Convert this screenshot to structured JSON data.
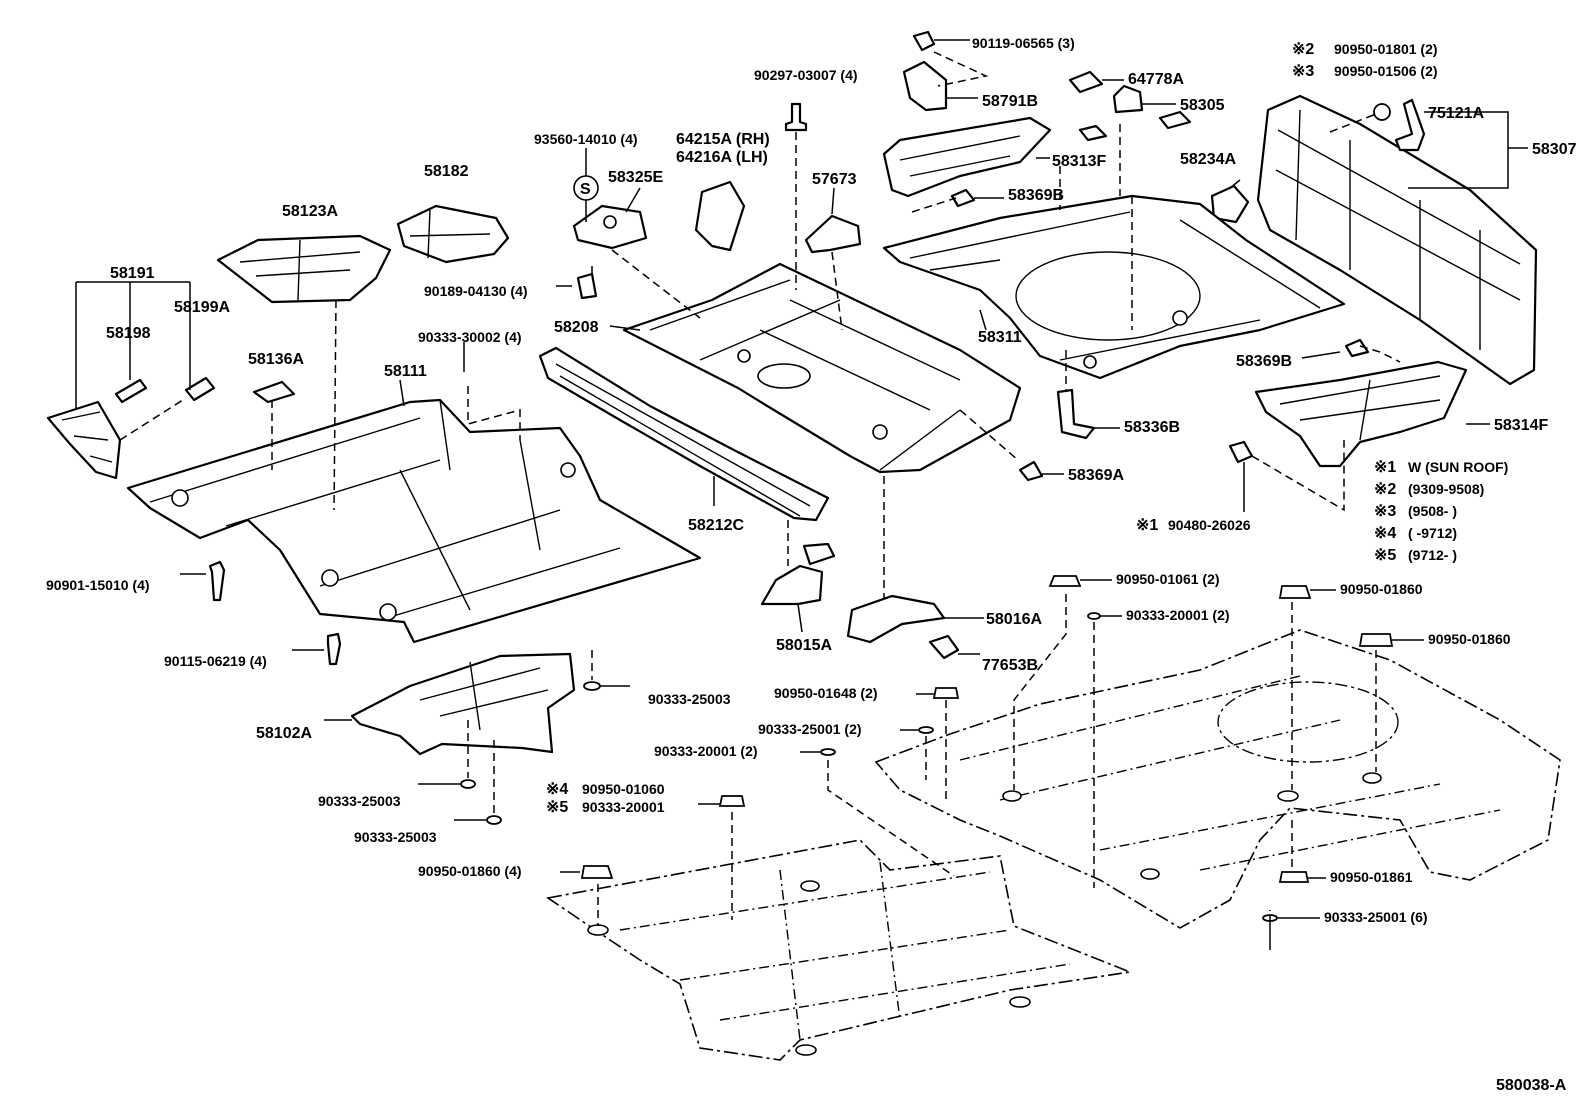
{
  "diagram_code": "580038-A",
  "parts": {
    "p58191": "58191",
    "p58198": "58198",
    "p58199A": "58199A",
    "p58123A": "58123A",
    "p58182": "58182",
    "p58136A": "58136A",
    "p58111": "58111",
    "p90901": "90901-15010 (4)",
    "p90115": "90115-06219 (4)",
    "p58102A": "58102A",
    "p90333_25003_a": "90333-25003",
    "p90333_25003_b": "90333-25003",
    "p90333_25003_c": "90333-25003",
    "p90950_01060": "90950-01060",
    "p90333_20001_5": "90333-20001",
    "mark4": "※4",
    "mark5": "※5",
    "p90950_01860_4": "90950-01860 (4)",
    "p93560": "93560-14010 (4)",
    "p58325E": "58325E",
    "pS": "S",
    "p90189": "90189-04130 (4)",
    "p90333_30002": "90333-30002 (4)",
    "p58208": "58208",
    "p64215A": "64215A (RH)",
    "p64216A": "64216A (LH)",
    "p90297": "90297-03007 (4)",
    "p57673": "57673",
    "p58212C": "58212C",
    "p58015A": "58015A",
    "p58016A": "58016A",
    "p77653B": "77653B",
    "p90119": "90119-06565 (3)",
    "p58791B": "58791B",
    "p64778A": "64778A",
    "p58305": "58305",
    "p58313F": "58313F",
    "p58369B_a": "58369B",
    "p58234A": "58234A",
    "p58311": "58311",
    "p58336B": "58336B",
    "p58369A": "58369A",
    "p58369B_b": "58369B",
    "p58314F": "58314F",
    "p90480": "90480-26026",
    "mark1_part": "※1",
    "p75121A": "75121A",
    "p58307": "58307",
    "p90950_01801": "90950-01801 (2)",
    "p90950_01506": "90950-01506 (2)",
    "mark2_part": "※2",
    "mark3_part": "※3",
    "p90950_01061": "90950-01061 (2)",
    "p90333_20001_2a": "90333-20001 (2)",
    "p90950_01860_a": "90950-01860",
    "p90950_01860_b": "90950-01860",
    "p90950_01648": "90950-01648 (2)",
    "p90333_25001_2": "90333-25001 (2)",
    "p90333_20001_2b": "90333-20001 (2)",
    "p90950_01861": "90950-01861",
    "p90333_25001_6": "90333-25001 (6)"
  },
  "legend": [
    {
      "mark": "※1",
      "text": "W (SUN ROOF)"
    },
    {
      "mark": "※2",
      "text": "(9309-9508)"
    },
    {
      "mark": "※3",
      "text": "(9508-       )"
    },
    {
      "mark": "※4",
      "text": "(       -9712)"
    },
    {
      "mark": "※5",
      "text": "(9712-       )"
    }
  ]
}
